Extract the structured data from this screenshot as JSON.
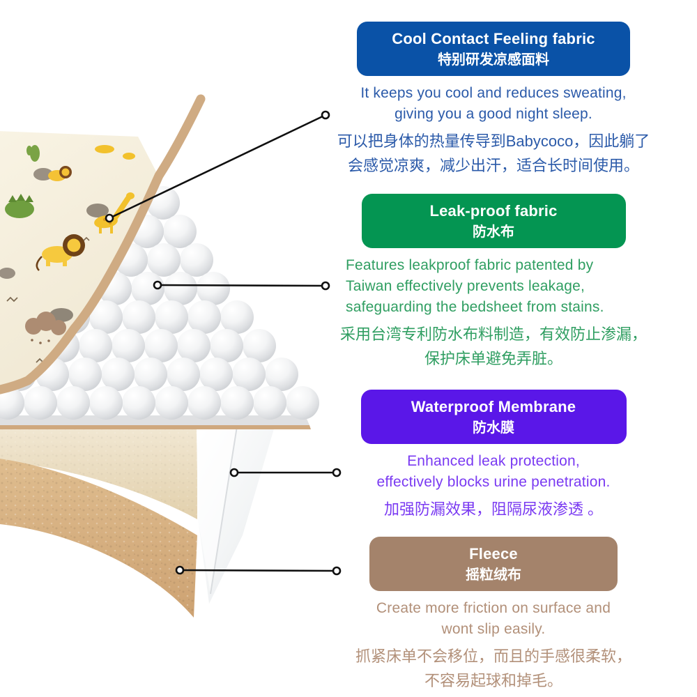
{
  "sections": [
    {
      "badge_en": "Cool Contact Feeling fabric",
      "badge_zh": "特别研发凉感面料",
      "badge_color": "#0a52a7",
      "text_color": "#2b5aa9",
      "desc_en": [
        "It keeps you cool and reduces sweating,",
        "giving you a good night sleep."
      ],
      "desc_zh": [
        "可以把身体的热量传导到Babycoco，因此躺了",
        "会感觉凉爽，减少出汗，适合长时间使用。"
      ]
    },
    {
      "badge_en": "Leak-proof fabric",
      "badge_zh": "防水布",
      "badge_color": "#049552",
      "text_color": "#2f9e61",
      "desc_en": [
        "Features leakproof fabric patented by",
        "Taiwan effectively prevents leakage,",
        "safeguarding the bedsheet from stains."
      ],
      "desc_zh": [
        "采用台湾专利防水布料制造，有效防止渗漏，",
        "保护床单避免弄脏。"
      ]
    },
    {
      "badge_en": "Waterproof Membrane",
      "badge_zh": "防水膜",
      "badge_color": "#5a17e8",
      "text_color": "#7a3af2",
      "desc_en": [
        "Enhanced leak protection,",
        "effectively blocks urine penetration."
      ],
      "desc_zh": [
        "加强防漏效果，阻隔尿液渗透 。"
      ]
    },
    {
      "badge_en": "Fleece",
      "badge_zh": "摇粒绒布",
      "badge_color": "#a4836b",
      "text_color": "#b29079",
      "desc_en": [
        "Create more friction on surface and",
        "wont slip easily."
      ],
      "desc_zh": [
        "抓紧床单不会移位，而且的手感很柔软，",
        "不容易起球和掉毛。"
      ]
    }
  ],
  "illustration": {
    "layers": [
      "printed-cool-touch-fabric",
      "air-bubble-cushion",
      "waterproof-membrane",
      "fleece-base"
    ],
    "colors": {
      "fabric_base": "#f8f2e1",
      "fabric_edge": "#cfab83",
      "bubble": "#dcdee1",
      "membrane": "#f7f8f9",
      "fleece_light": "#ebdfc8",
      "fleece_dark": "#d3ad7d",
      "connector": "#101010"
    }
  }
}
